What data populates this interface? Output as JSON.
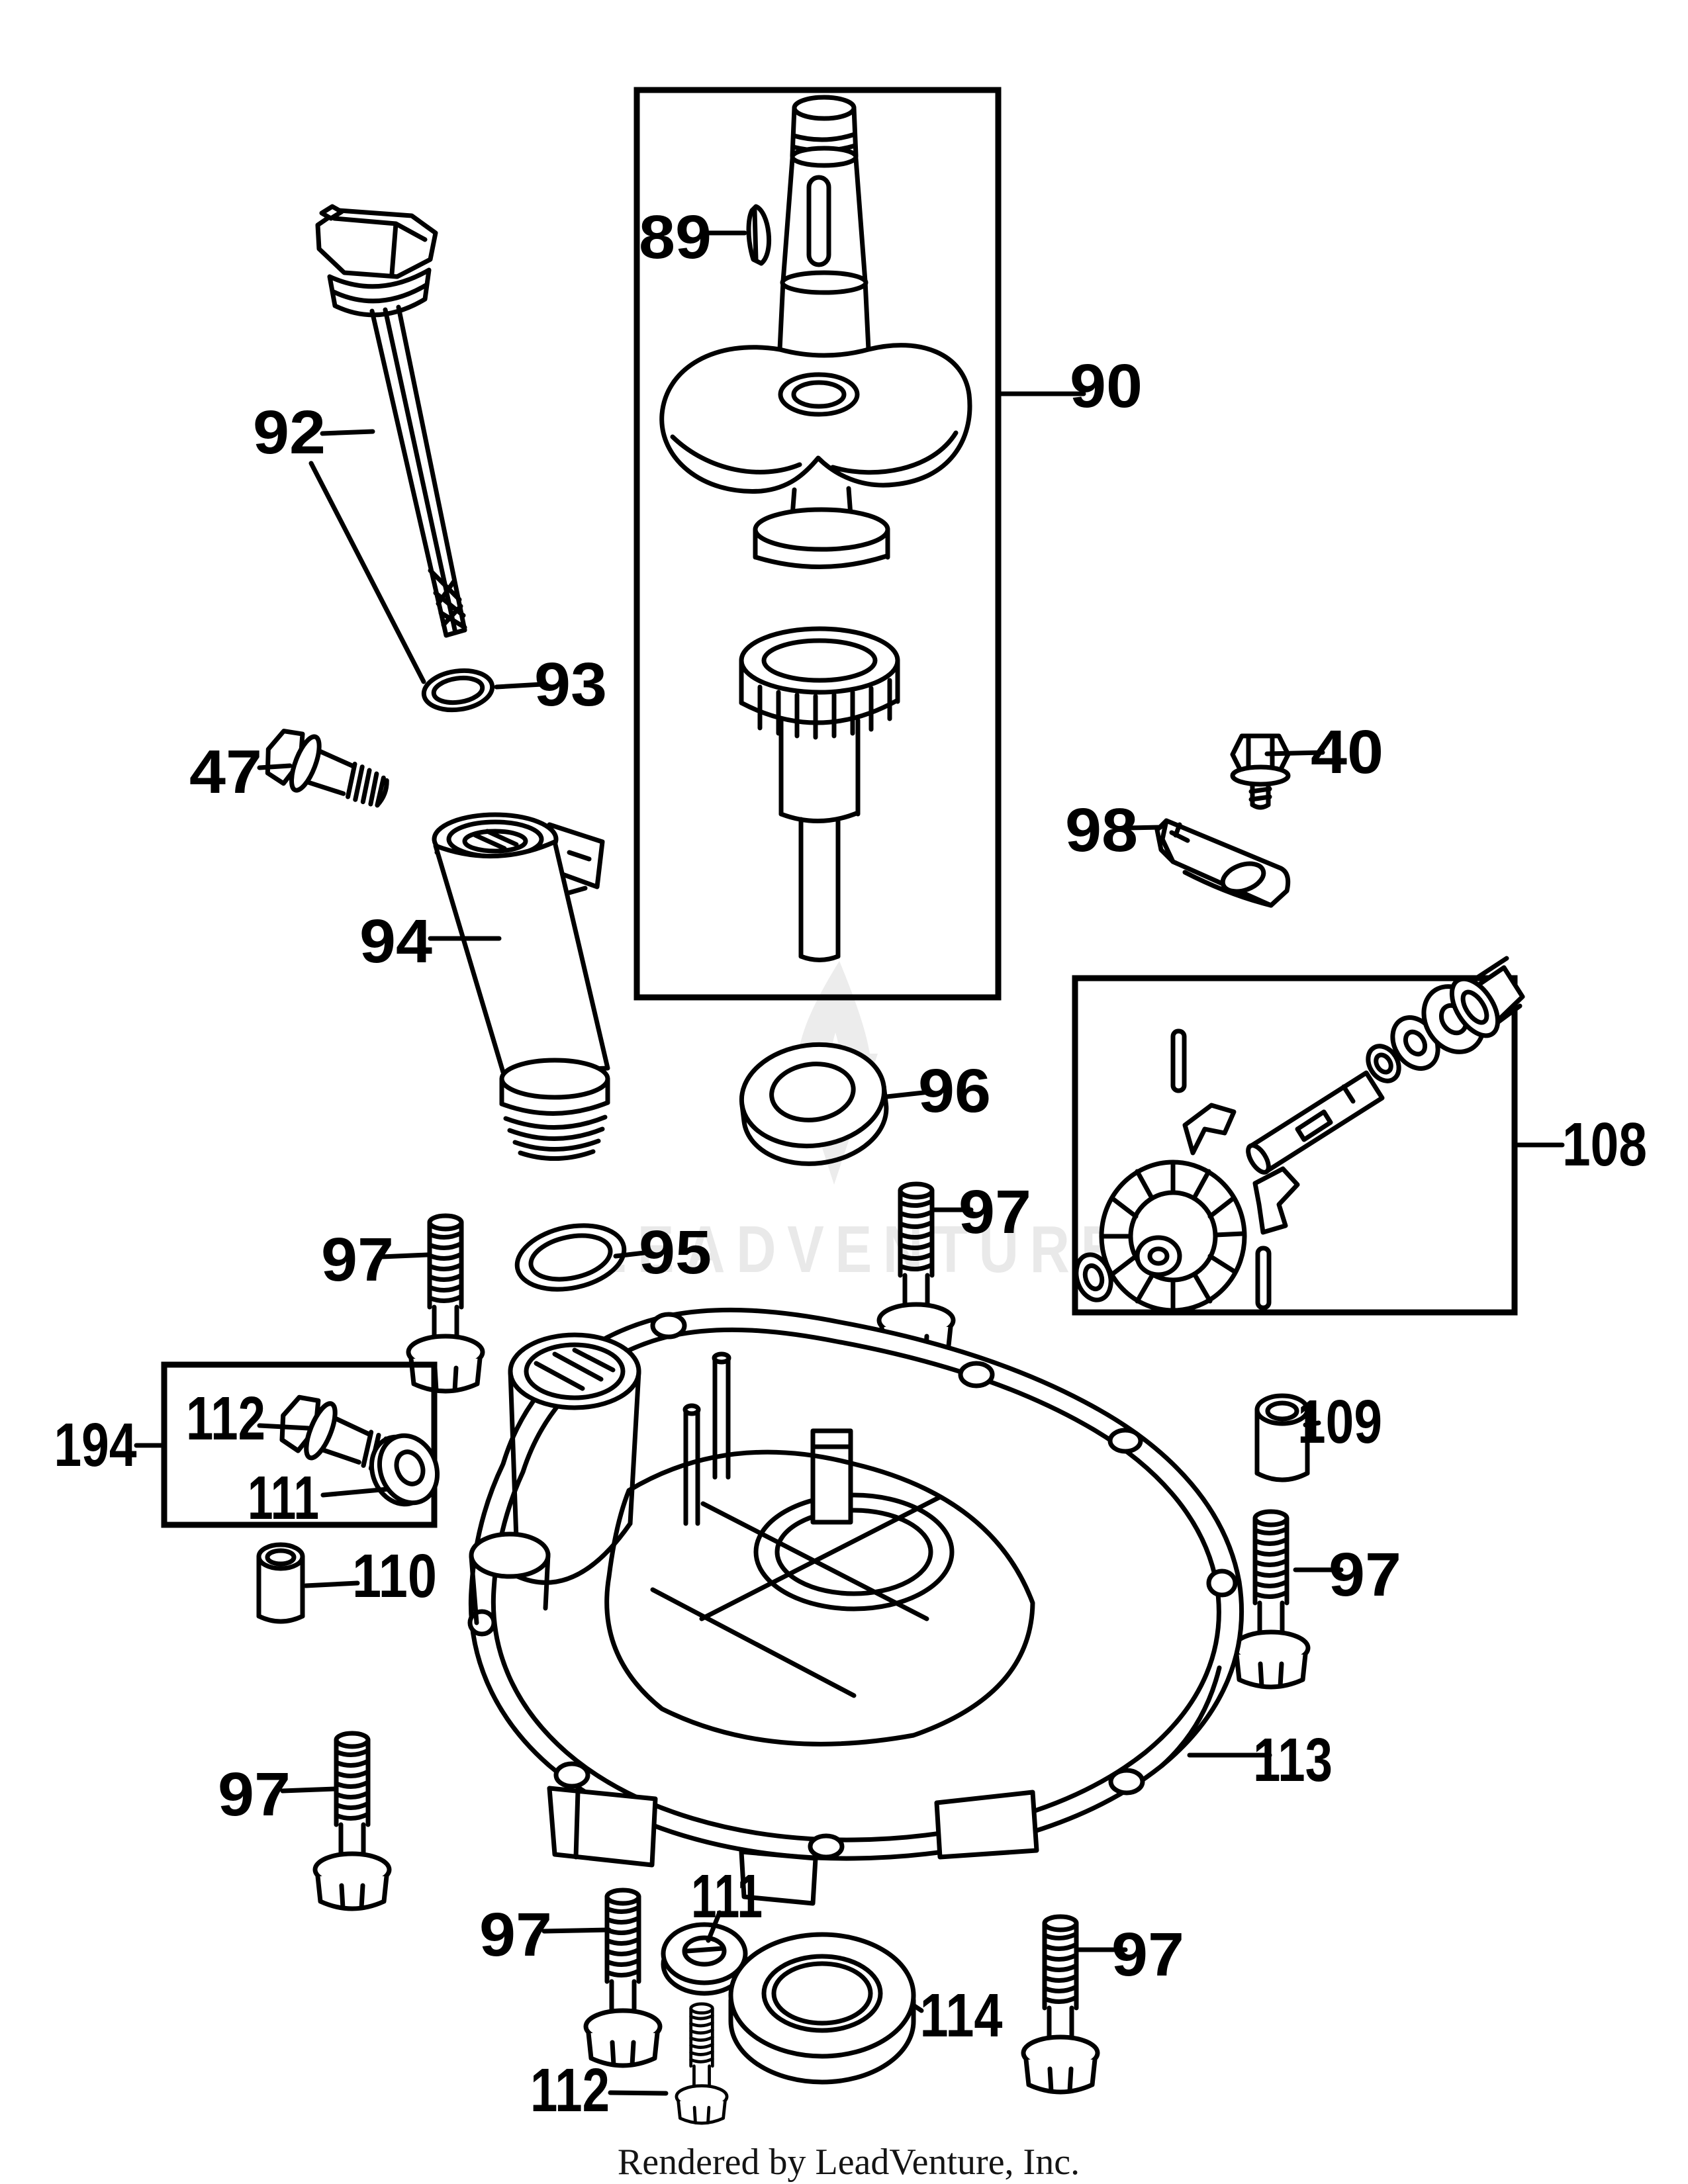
{
  "page": {
    "background": "#ffffff",
    "line_color": "#000000"
  },
  "watermark": {
    "text": "LEADVENTURE",
    "color": "#e9e9e9",
    "flame_color": "#ececec"
  },
  "footer": {
    "text": "Rendered by LeadVenture, Inc."
  },
  "callouts": [
    "89",
    "90",
    "92",
    "93",
    "47",
    "94",
    "95",
    "96",
    "97",
    "97",
    "97",
    "97",
    "97",
    "97",
    "98",
    "40",
    "108",
    "109",
    "110",
    "111",
    "111",
    "112",
    "112",
    "113",
    "114",
    "194"
  ]
}
